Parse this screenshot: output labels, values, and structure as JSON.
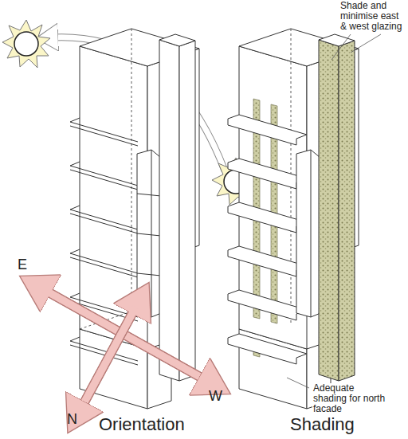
{
  "diagram": {
    "labels": [
      "E",
      "W",
      "N",
      "Orientation",
      "Shading",
      "Shade and minimise east & west glazing",
      "Adequate shading for north facade"
    ]
  }
}
